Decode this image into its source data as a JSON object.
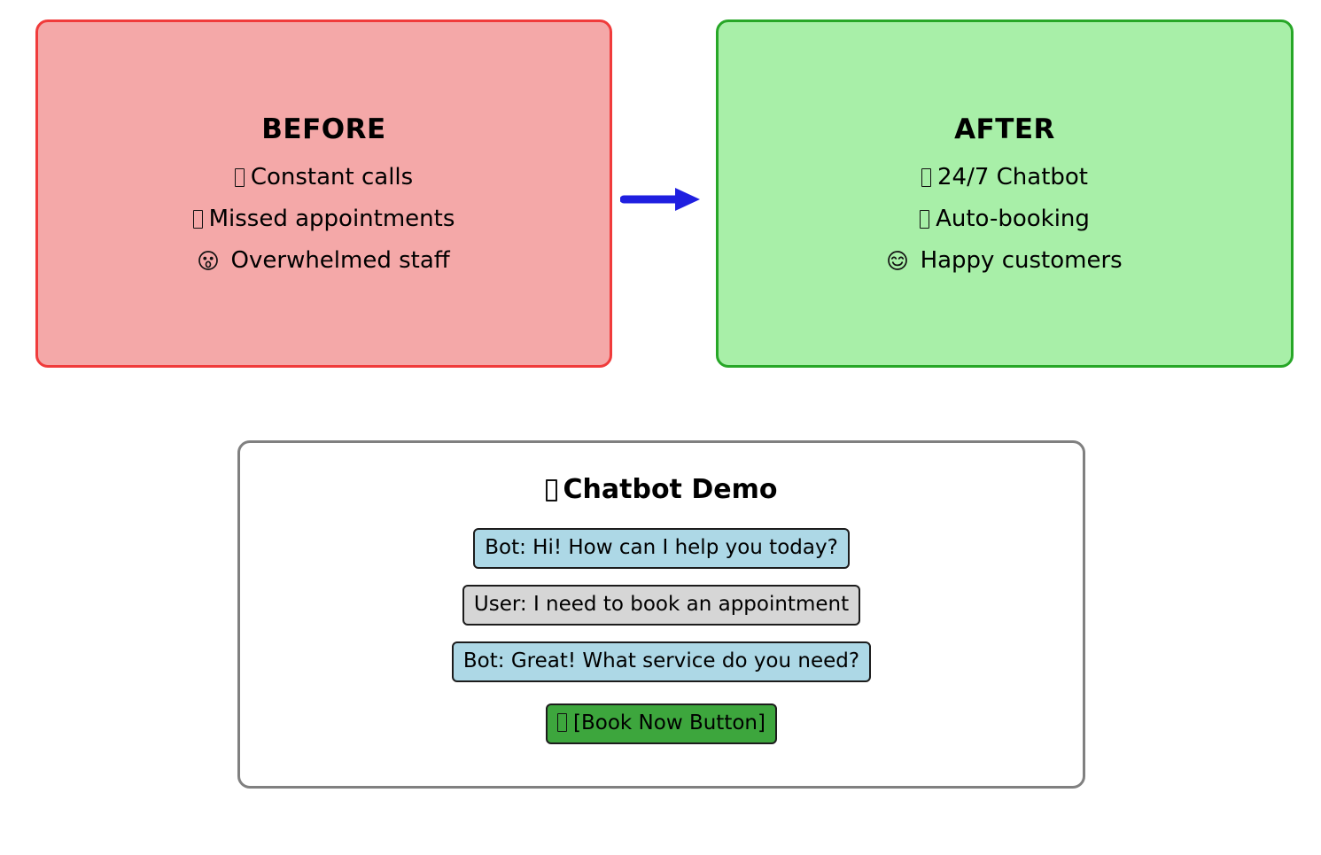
{
  "before": {
    "title": "BEFORE",
    "icon_names": [
      "phone-icon",
      "calendar-x-icon",
      "astonished-face-icon"
    ],
    "lines": [
      {
        "icon": "📞",
        "text": "Constant calls"
      },
      {
        "icon": "📅",
        "text": "Missed appointments"
      },
      {
        "icon": "😲",
        "text": "Overwhelmed staff"
      }
    ],
    "fill_color": "#f4a8a8",
    "border_color": "#f03b3b"
  },
  "after": {
    "title": "AFTER",
    "icon_names": [
      "robot-icon",
      "calendar-check-icon",
      "smiling-face-icon"
    ],
    "lines": [
      {
        "icon": "🤖",
        "text": "24/7 Chatbot"
      },
      {
        "icon": "📅",
        "text": "Auto-booking"
      },
      {
        "icon": "😊",
        "text": "Happy customers"
      }
    ],
    "fill_color": "#a8efa8",
    "border_color": "#27a727"
  },
  "arrow": {
    "name": "right-arrow",
    "color": "#1f1fe0",
    "direction": "right"
  },
  "demo": {
    "title": "Chatbot Demo",
    "title_icon": "💬",
    "border_color": "#808080",
    "messages": [
      {
        "role": "bot",
        "text": "Bot: Hi! How can I help you today?",
        "fill_color": "#add8e6"
      },
      {
        "role": "user",
        "text": "User: I need to book an appointment",
        "fill_color": "#d6d6d6"
      },
      {
        "role": "bot",
        "text": "Bot: Great! What service do you need?",
        "fill_color": "#add8e6"
      }
    ],
    "cta": {
      "icon": "📅",
      "text": "[Book Now Button]",
      "fill_color": "#3da63d"
    }
  }
}
